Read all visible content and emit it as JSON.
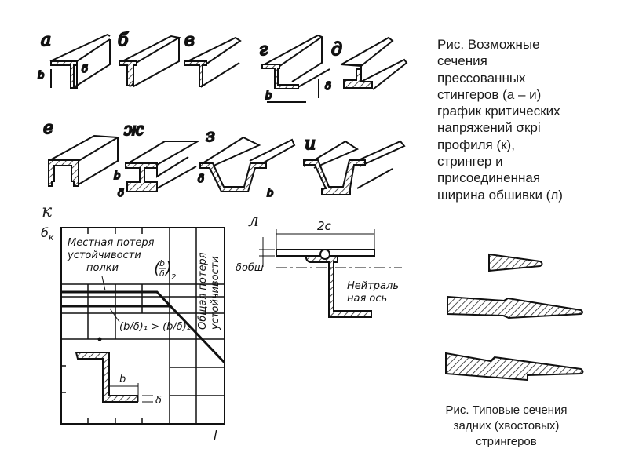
{
  "figure_main": {
    "profile_labels": [
      "а",
      "б",
      "в",
      "г",
      "д",
      "е",
      "ж",
      "з",
      "и"
    ],
    "dim_labels": {
      "b": "b",
      "delta": "δ"
    },
    "chart_label": "к",
    "chart": {
      "y_axis_label": "б",
      "y_axis_sub": "к",
      "x_axis_label": "l",
      "local_loss_lines": [
        "Местная потеря",
        "устойчивости",
        "полки"
      ],
      "ratio2": {
        "num": "b",
        "den": "δ",
        "sub": "2"
      },
      "ratio_compare": "(b/δ)₁ > (b/δ)₂",
      "general_loss_lines": [
        "Общая потеря",
        "устойчивости"
      ]
    },
    "skin_label": "л",
    "skin": {
      "width_label": "2с",
      "thickness_label": "δобш",
      "neutral_axis_lines": [
        "Нейтраль",
        "ная ось"
      ]
    }
  },
  "caption_main": {
    "lines": [
      "Рис.     Возможные",
      "сечения",
      "прессованных",
      "стингеров (а – и)",
      "график критических",
      "напряжений σкрi",
      "профиля (к),",
      "стрингер и",
      "присоединенная",
      "ширина обшивки (л)"
    ]
  },
  "caption_tail": {
    "lines": [
      "Рис.    Типовые сечения",
      "задних (хвостовых)",
      "стрингеров"
    ]
  }
}
